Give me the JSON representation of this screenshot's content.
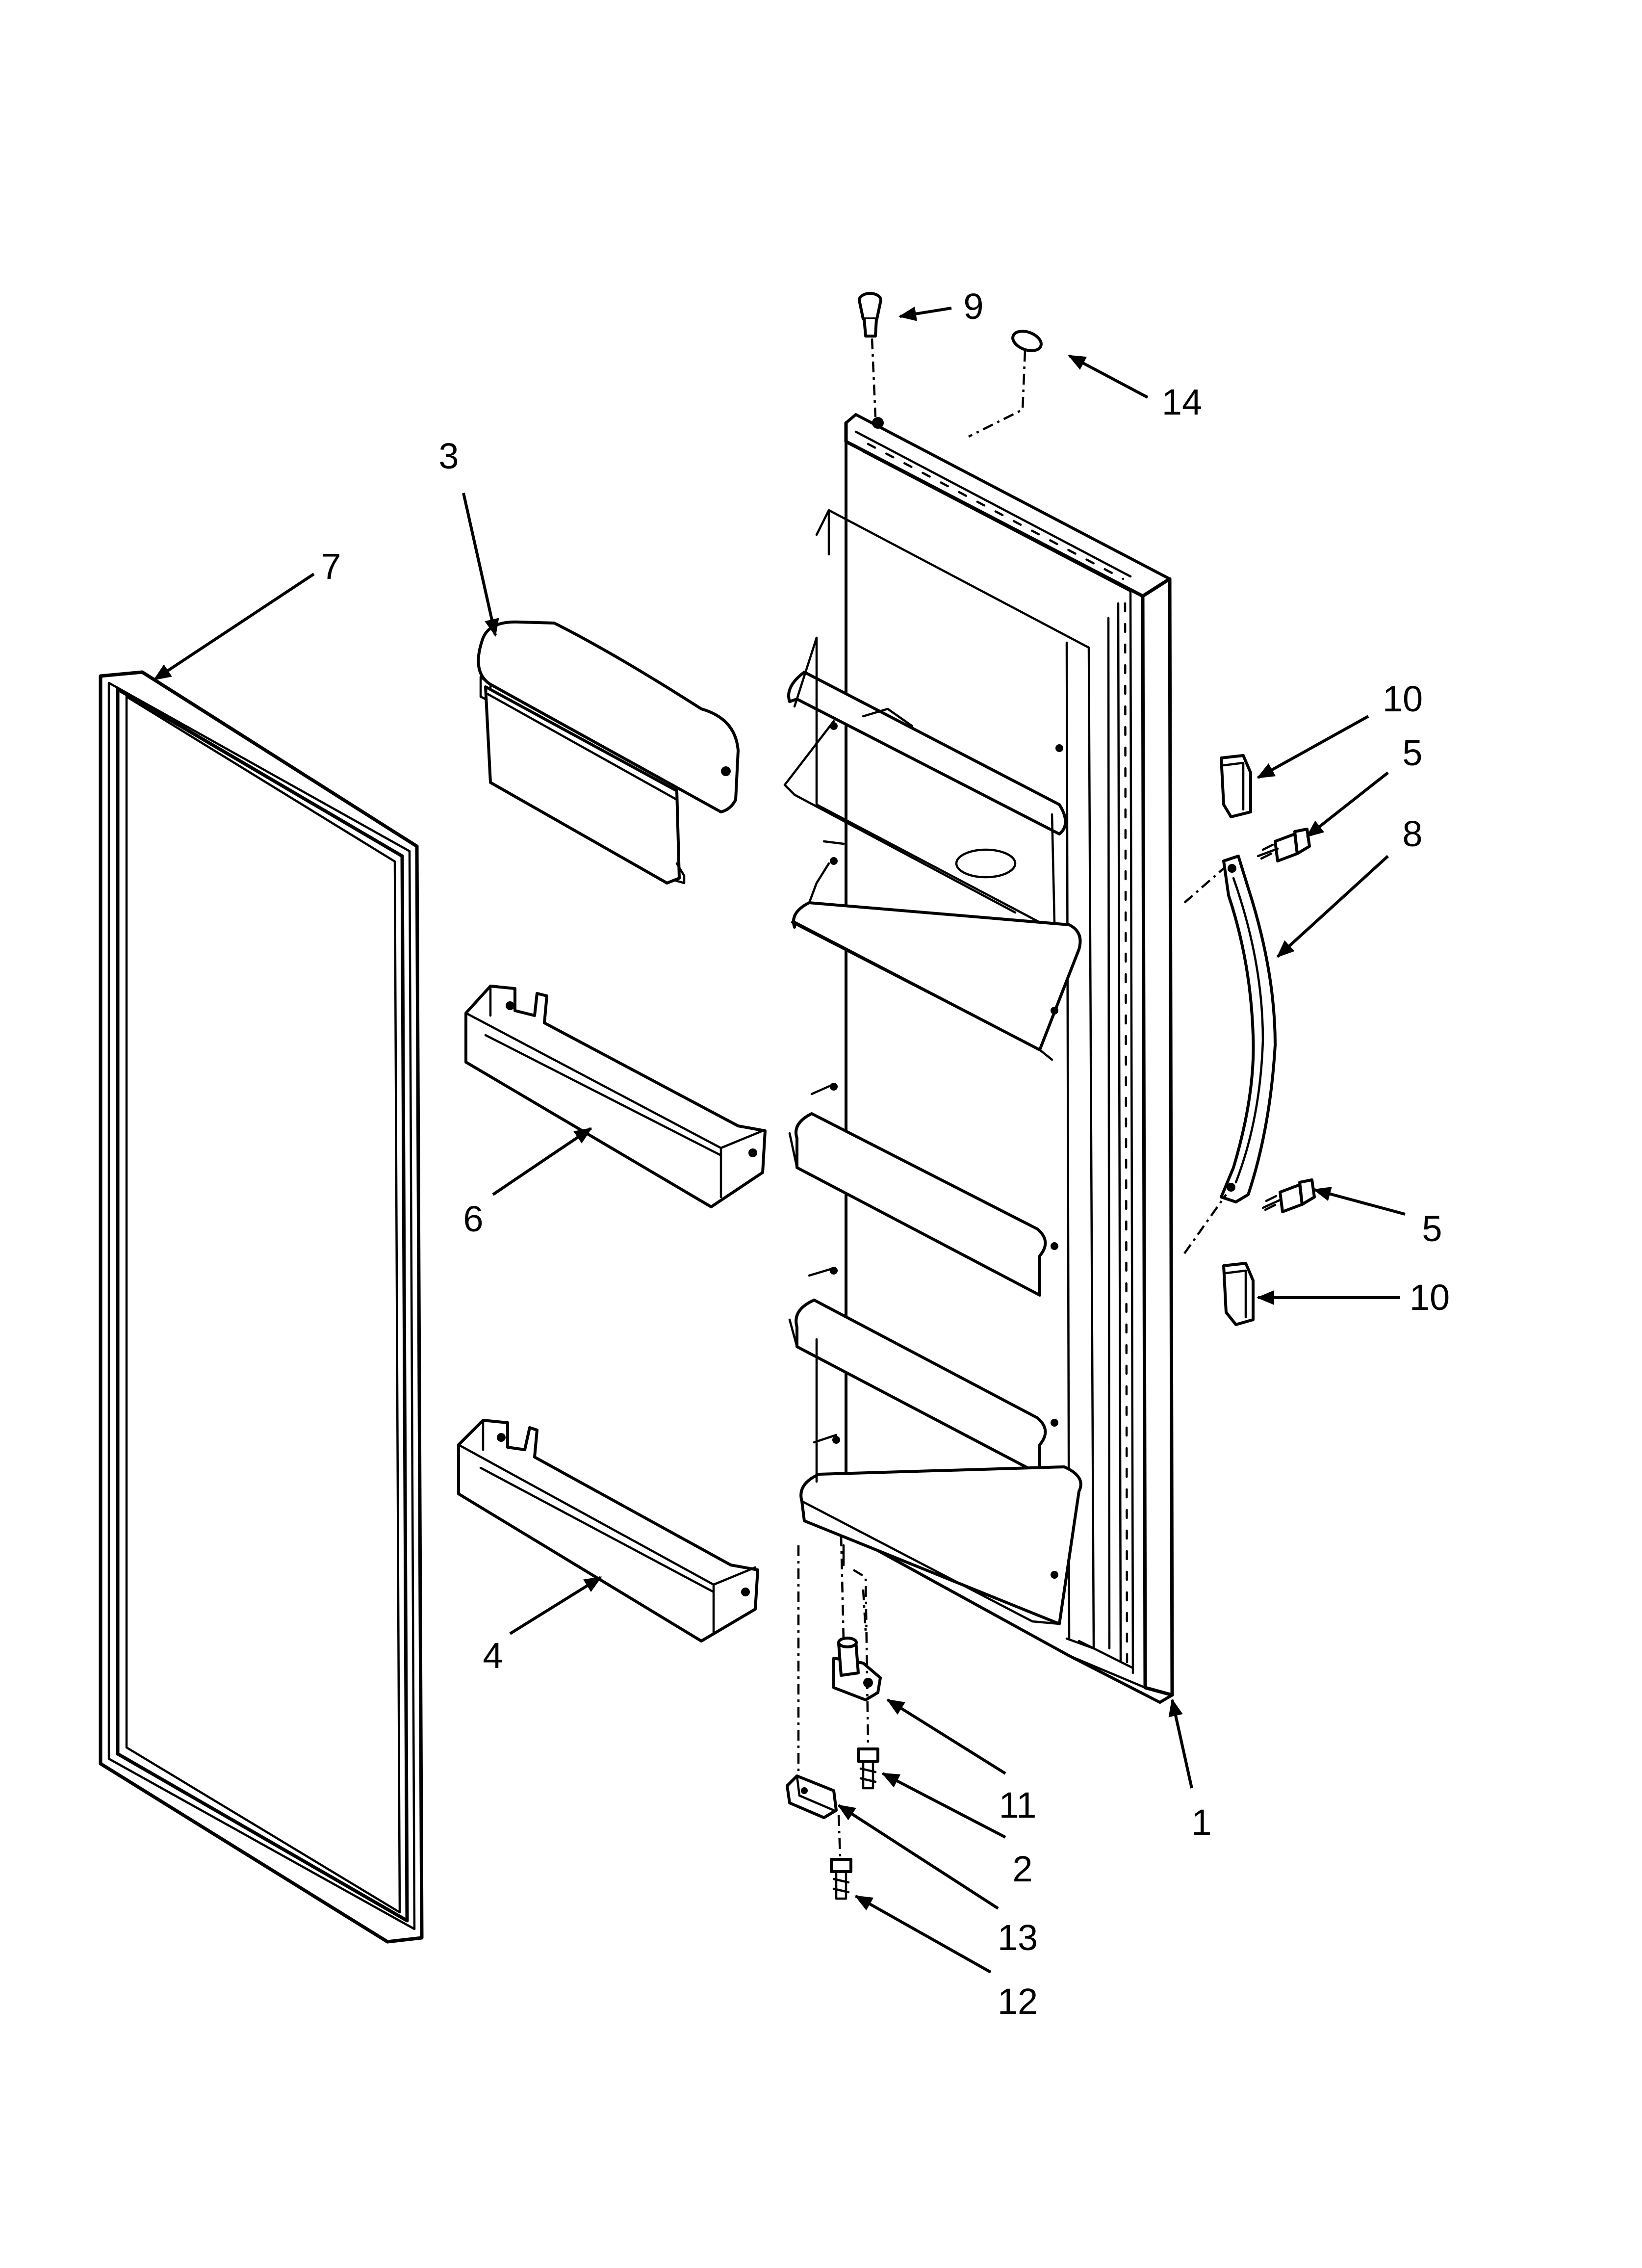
{
  "callouts": {
    "c1": "1",
    "c2": "2",
    "c3": "3",
    "c4": "4",
    "c5a": "5",
    "c5b": "5",
    "c6": "6",
    "c7": "7",
    "c8": "8",
    "c9": "9",
    "c10a": "10",
    "c10b": "10",
    "c11": "11",
    "c12": "12",
    "c13": "13",
    "c14": "14"
  }
}
